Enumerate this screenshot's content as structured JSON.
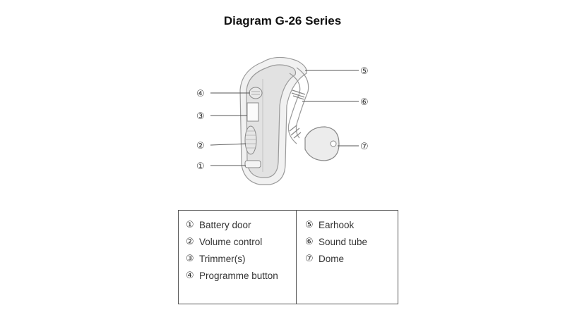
{
  "title": "Diagram G-26 Series",
  "callouts": [
    {
      "id": 1,
      "symbol": "①"
    },
    {
      "id": 2,
      "symbol": "②"
    },
    {
      "id": 3,
      "symbol": "③"
    },
    {
      "id": 4,
      "symbol": "④"
    },
    {
      "id": 5,
      "symbol": "⑤"
    },
    {
      "id": 6,
      "symbol": "⑥"
    },
    {
      "id": 7,
      "symbol": "⑦"
    }
  ],
  "legend": {
    "left": [
      {
        "symbol": "①",
        "label": "Battery door"
      },
      {
        "symbol": "②",
        "label": "Volume control"
      },
      {
        "symbol": "③",
        "label": "Trimmer(s)"
      },
      {
        "symbol": "④",
        "label": "Programme button"
      }
    ],
    "right": [
      {
        "symbol": "⑤",
        "label": "Earhook"
      },
      {
        "symbol": "⑥",
        "label": "Sound tube"
      },
      {
        "symbol": "⑦",
        "label": "Dome"
      }
    ]
  }
}
